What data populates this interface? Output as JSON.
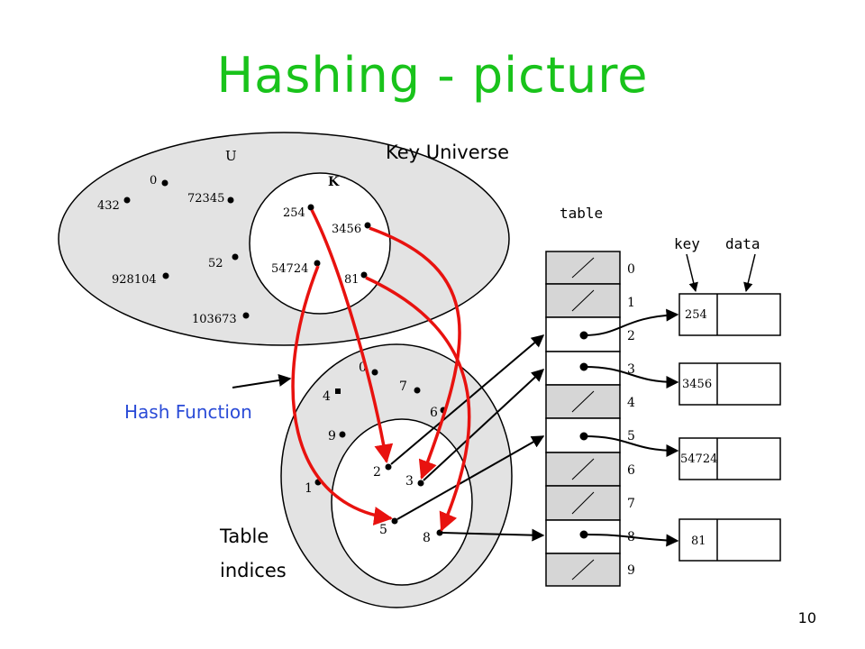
{
  "title": "Hashing - picture",
  "page_number": "10",
  "universe": {
    "label_u": "U",
    "label_key_universe": "Key Universe",
    "label_k": "K",
    "keys_outside": [
      "0",
      "432",
      "72345",
      "52",
      "928104",
      "103673"
    ],
    "keys_k": [
      "254",
      "3456",
      "54724",
      "81"
    ]
  },
  "hash_function_label": "Hash Function",
  "indices": {
    "label_line1": "Table",
    "label_line2": "indices",
    "outer": [
      "0",
      "7",
      "4",
      "6",
      "9",
      "1"
    ],
    "inner": [
      "2",
      "3",
      "5",
      "8"
    ]
  },
  "table": {
    "label": "table",
    "col_key": "key",
    "col_data": "data",
    "row_labels": [
      "0",
      "1",
      "2",
      "3",
      "4",
      "5",
      "6",
      "7",
      "8",
      "9"
    ],
    "entries": [
      "254",
      "3456",
      "54724",
      "81"
    ]
  },
  "colors": {
    "title": "#19c31b",
    "arrow": "#e8120f",
    "hash_label": "#2a4bd7",
    "shade": "#e3e3e3"
  }
}
